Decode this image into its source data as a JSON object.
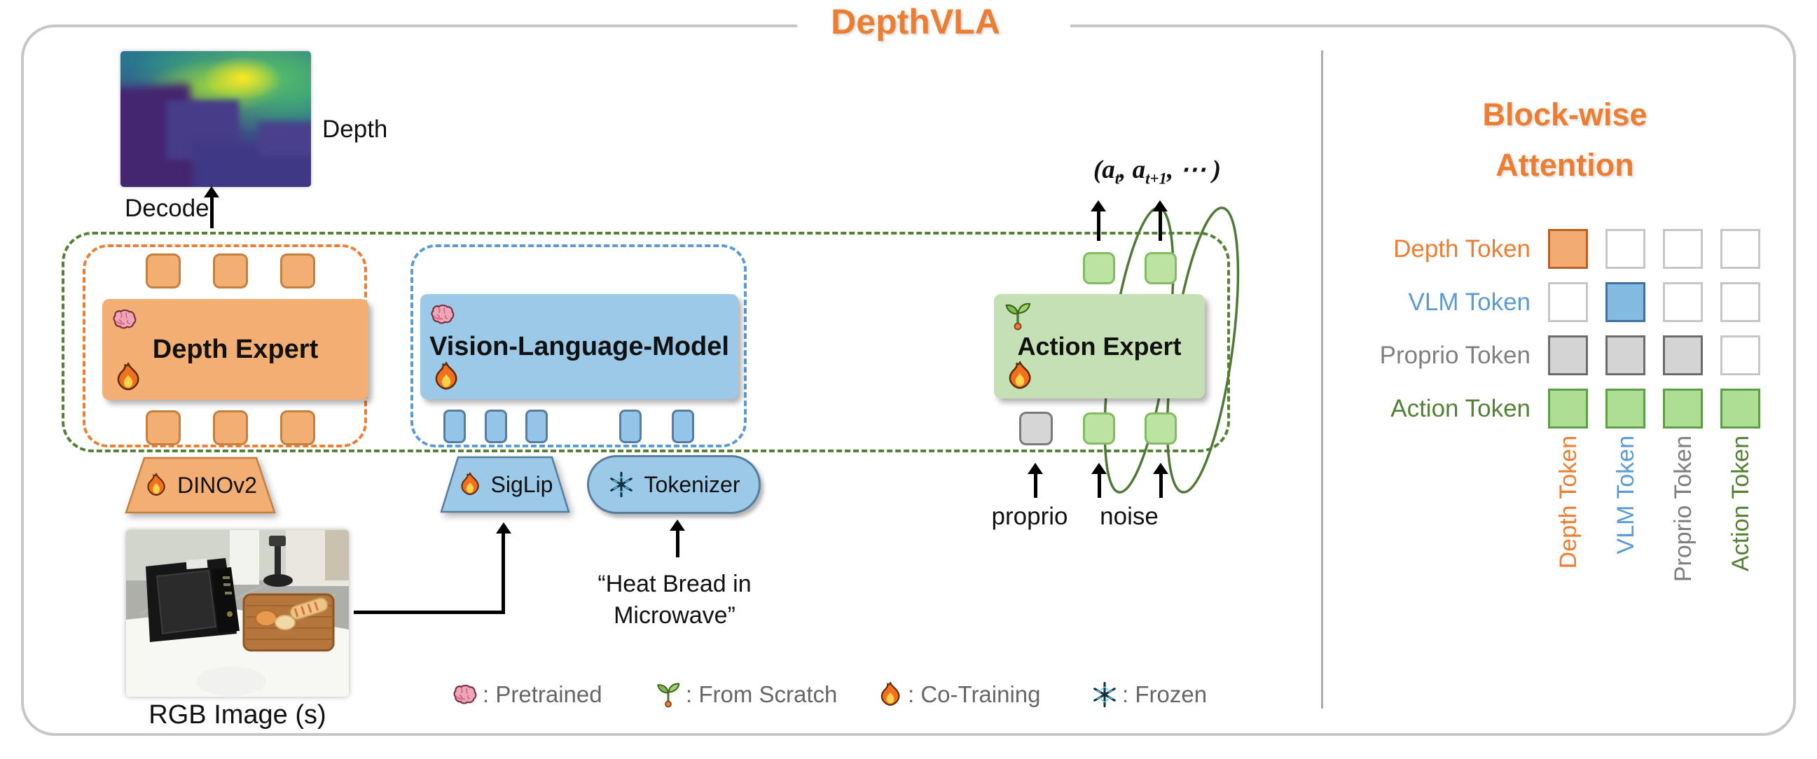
{
  "figure_title": "DepthVLA",
  "pipeline": {
    "depth_caption": "Depth",
    "decode_label": "Decode",
    "depth_expert_label": "Depth Expert",
    "vlm_label": "Vision-Language-Model",
    "action_expert_label": "Action Expert",
    "dinov2_label": "DINOv2",
    "siglip_label": "SigLip",
    "tokenizer_label": "Tokenizer",
    "rgb_caption": "RGB Image (s)",
    "instruction_line1": "“Heat Bread in",
    "instruction_line2": "Microwave”",
    "proprio_label": "proprio",
    "noise_label": "noise",
    "action_output": {
      "open": "(",
      "a1": "a",
      "sub1": "t",
      "comma": ", ",
      "a2": "a",
      "sub2": "t+1",
      "tail": ", ⋯ )"
    }
  },
  "legend": {
    "items": [
      {
        "icon": "brain-icon",
        "label": ": Pretrained"
      },
      {
        "icon": "seedling-icon",
        "label": ": From Scratch"
      },
      {
        "icon": "fire-icon",
        "label": ": Co-Training"
      },
      {
        "icon": "snowflake-icon",
        "label": ": Frozen"
      }
    ]
  },
  "attention": {
    "title_line1": "Block-wise",
    "title_line2": "Attention",
    "rows": [
      {
        "label": "Depth Token",
        "color": "#ED7D31",
        "cells": [
          "depth",
          "empty",
          "empty",
          "empty"
        ]
      },
      {
        "label": "VLM Token",
        "color": "#5B9BD5",
        "cells": [
          "empty",
          "vlm",
          "empty",
          "empty"
        ]
      },
      {
        "label": "Proprio Token",
        "color": "#7F7F7F",
        "cells": [
          "proprio",
          "proprio",
          "proprio",
          "empty"
        ]
      },
      {
        "label": "Action Token",
        "color": "#538135",
        "cells": [
          "action",
          "action",
          "action",
          "action"
        ]
      }
    ],
    "columns": [
      {
        "label": "Depth Token",
        "color": "#ED7D31"
      },
      {
        "label": "VLM Token",
        "color": "#5B9BD5"
      },
      {
        "label": "Proprio Token",
        "color": "#7F7F7F"
      },
      {
        "label": "Action Token",
        "color": "#538135"
      }
    ]
  },
  "colors": {
    "accent_orange": "#ED7D31",
    "blue": "#5B9BD5",
    "green": "#538135",
    "orange_fill": "#F2AE73",
    "blue_fill": "#9CC9E8",
    "green_fill": "#C5E0B4",
    "gray_fill": "#D6D6D6"
  }
}
